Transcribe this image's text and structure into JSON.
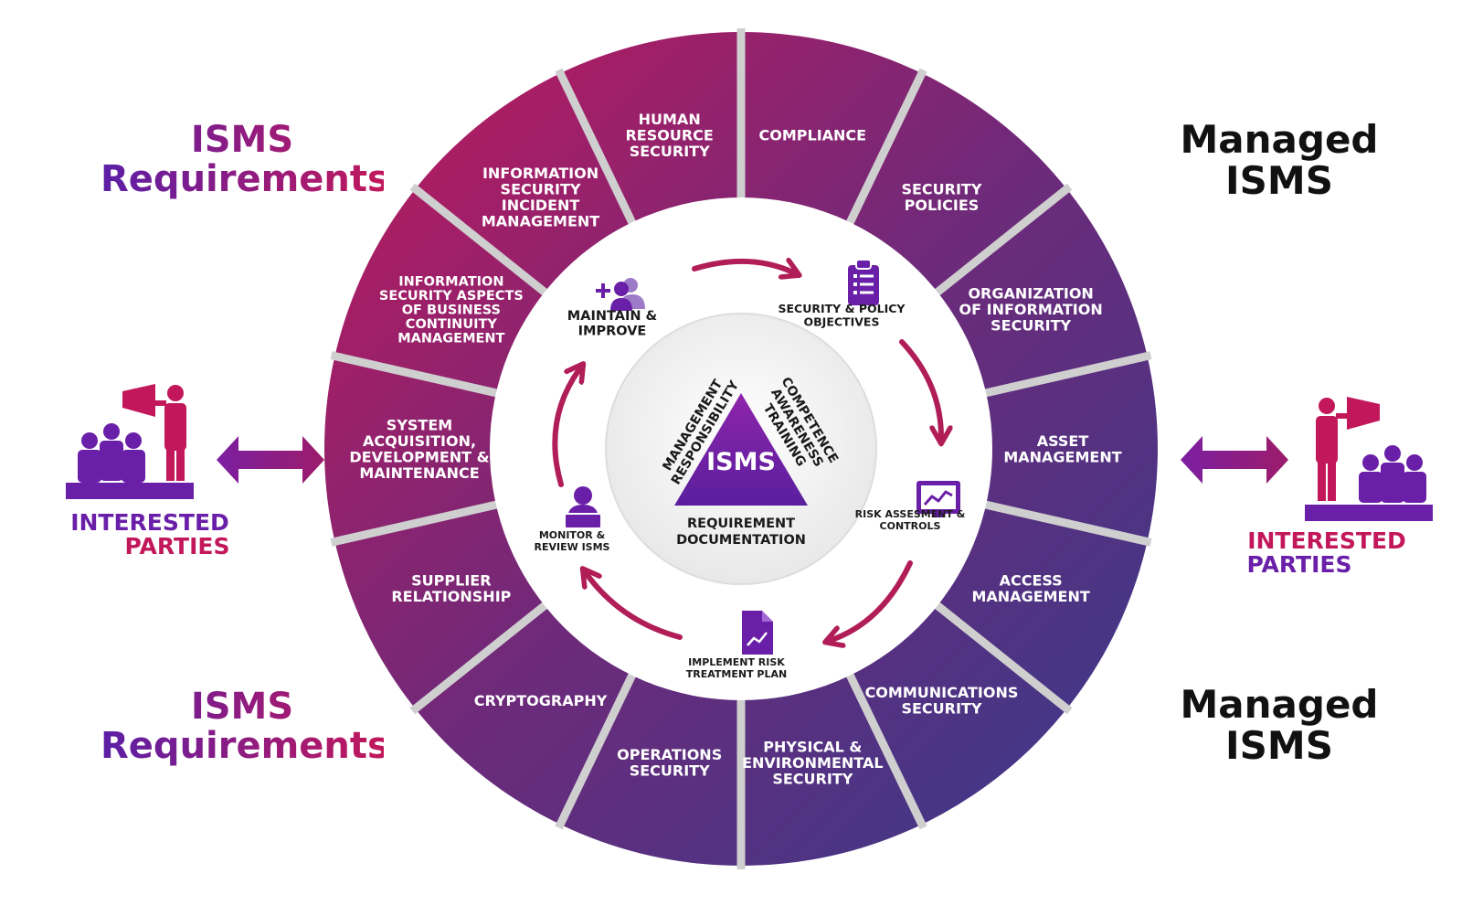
{
  "side_titles": {
    "top_left": {
      "line1": "ISMS",
      "line2": "Requirements"
    },
    "bottom_left": {
      "line1": "ISMS",
      "line2": "Requirements"
    },
    "top_right": {
      "line1": "Managed",
      "line2": "ISMS"
    },
    "bottom_right": {
      "line1": "Managed",
      "line2": "ISMS"
    }
  },
  "interested_parties": {
    "left": {
      "line1": "INTERESTED",
      "line2": "PARTIES"
    },
    "right": {
      "line1": "INTERESTED",
      "line2": "PARTIES"
    }
  },
  "segments": [
    {
      "lines": [
        "COMPLIANCE"
      ]
    },
    {
      "lines": [
        "SECURITY",
        "POLICIES"
      ]
    },
    {
      "lines": [
        "ORGANIZATION",
        "OF INFORMATION",
        "SECURITY"
      ]
    },
    {
      "lines": [
        "ASSET",
        "MANAGEMENT"
      ]
    },
    {
      "lines": [
        "ACCESS",
        "MANAGEMENT"
      ]
    },
    {
      "lines": [
        "COMMUNICATIONS",
        "SECURITY"
      ]
    },
    {
      "lines": [
        "PHYSICAL &",
        "ENVIRONMENTAL",
        "SECURITY"
      ]
    },
    {
      "lines": [
        "OPERATIONS",
        "SECURITY"
      ]
    },
    {
      "lines": [
        "CRYPTOGRAPHY"
      ]
    },
    {
      "lines": [
        "SUPPLIER",
        "RELATIONSHIP"
      ]
    },
    {
      "lines": [
        "SYSTEM",
        "ACQUISITION,",
        "DEVELOPMENT &",
        "MAINTENANCE"
      ]
    },
    {
      "lines": [
        "INFORMATION",
        "SECURITY ASPECTS",
        "OF BUSINESS",
        "CONTINUITY",
        "MANAGEMENT"
      ]
    },
    {
      "lines": [
        "INFORMATION",
        "SECURITY",
        "INCIDENT",
        "MANAGEMENT"
      ]
    },
    {
      "lines": [
        "HUMAN",
        "RESOURCE",
        "SECURITY"
      ]
    }
  ],
  "cycle_steps": [
    {
      "icon": "clipboard-checklist-icon",
      "lines": [
        "SECURITY & POLICY",
        "OBJECTIVES"
      ]
    },
    {
      "icon": "chart-monitor-icon",
      "lines": [
        "RISK ASSESMENT &",
        "CONTROLS"
      ]
    },
    {
      "icon": "document-chart-icon",
      "lines": [
        "IMPLEMENT RISK",
        "TREATMENT PLAN"
      ]
    },
    {
      "icon": "person-at-computer-icon",
      "lines": [
        "MONITOR &",
        "REVIEW ISMS"
      ]
    },
    {
      "icon": "add-group-icon",
      "lines": [
        "MAINTAIN &",
        "IMPROVE"
      ]
    }
  ],
  "core": {
    "triangle_label": "ISMS",
    "left_side": [
      "MANAGEMENT",
      "RESPONSIBILITY"
    ],
    "right_side": [
      "COMPETENCE",
      "AWARENESS",
      "TRAINING"
    ],
    "bottom": [
      "REQUIREMENT",
      "DOCUMENTATION"
    ]
  },
  "colors": {
    "crimson": "#c2185b",
    "purple": "#6a1b9a",
    "navy": "#3a3a8c",
    "arrow": "#b01d57",
    "icon_purple": "#6a1fa8",
    "separator": "#cfcfcf"
  }
}
